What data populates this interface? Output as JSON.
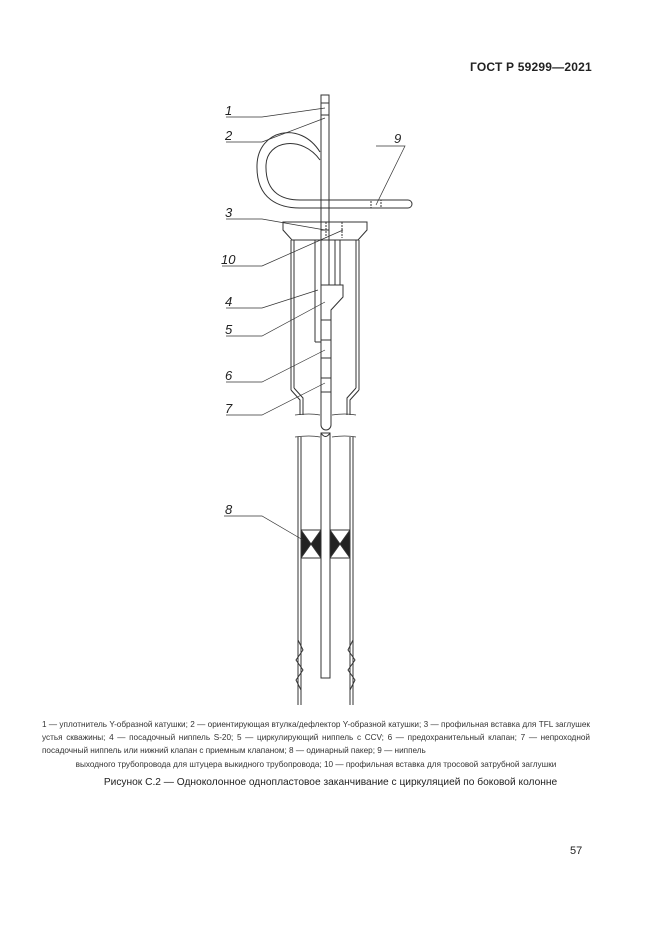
{
  "header": {
    "standard": "ГОСТ Р 59299—2021"
  },
  "figure": {
    "labels": [
      "1",
      "2",
      "3",
      "4",
      "5",
      "6",
      "7",
      "8",
      "9",
      "10"
    ]
  },
  "legend": {
    "line1": "1 — уплотнитель Y-образной катушки; 2 — ориентирующая втулка/дефлектор Y-образной катушки; 3 — профильная вставка",
    "line2": "для TFL заглушек устья скважины; 4 — посадочный ниппель S-20; 5 — циркулирующий ниппель с CCV; 6 — предохранительный",
    "line3": "клапан; 7 — непроходной посадочный ниппель или нижний клапан с приемным клапаном; 8 — одинарный пакер; 9 — ниппель",
    "line4": "выходного трубопровода для штуцера выкидного трубопровода; 10 — профильная вставка для тросовой затрубной заглушки"
  },
  "caption": "Рисунок С.2 — Одноколонное однопластовое заканчивание с циркуляцией по боковой колонне",
  "page_number": "57"
}
